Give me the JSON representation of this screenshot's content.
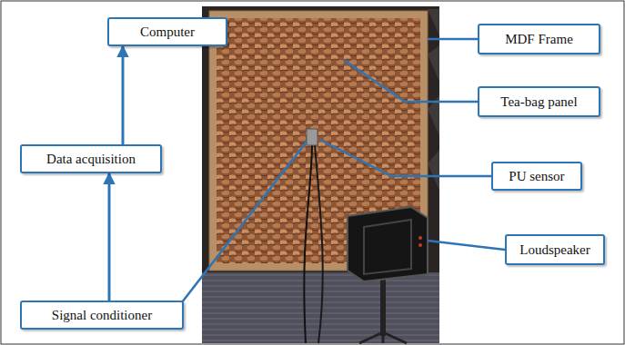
{
  "diagram": {
    "nodes": [
      {
        "text": [
          "Computer"
        ]
      },
      {
        "text": [
          "MDF Frame"
        ]
      },
      {
        "text": [
          "Tea-bag panel"
        ]
      },
      {
        "text": [
          "Data acquisition"
        ]
      },
      {
        "text": [
          "PU sensor"
        ]
      },
      {
        "text": [
          "Loudspeaker"
        ]
      },
      {
        "text": [
          "Signal conditioner"
        ]
      }
    ],
    "edges": [
      {
        "from": 6,
        "to": 3,
        "arrow": "to"
      },
      {
        "from": 3,
        "to": 0,
        "arrow": "to"
      }
    ]
  }
}
